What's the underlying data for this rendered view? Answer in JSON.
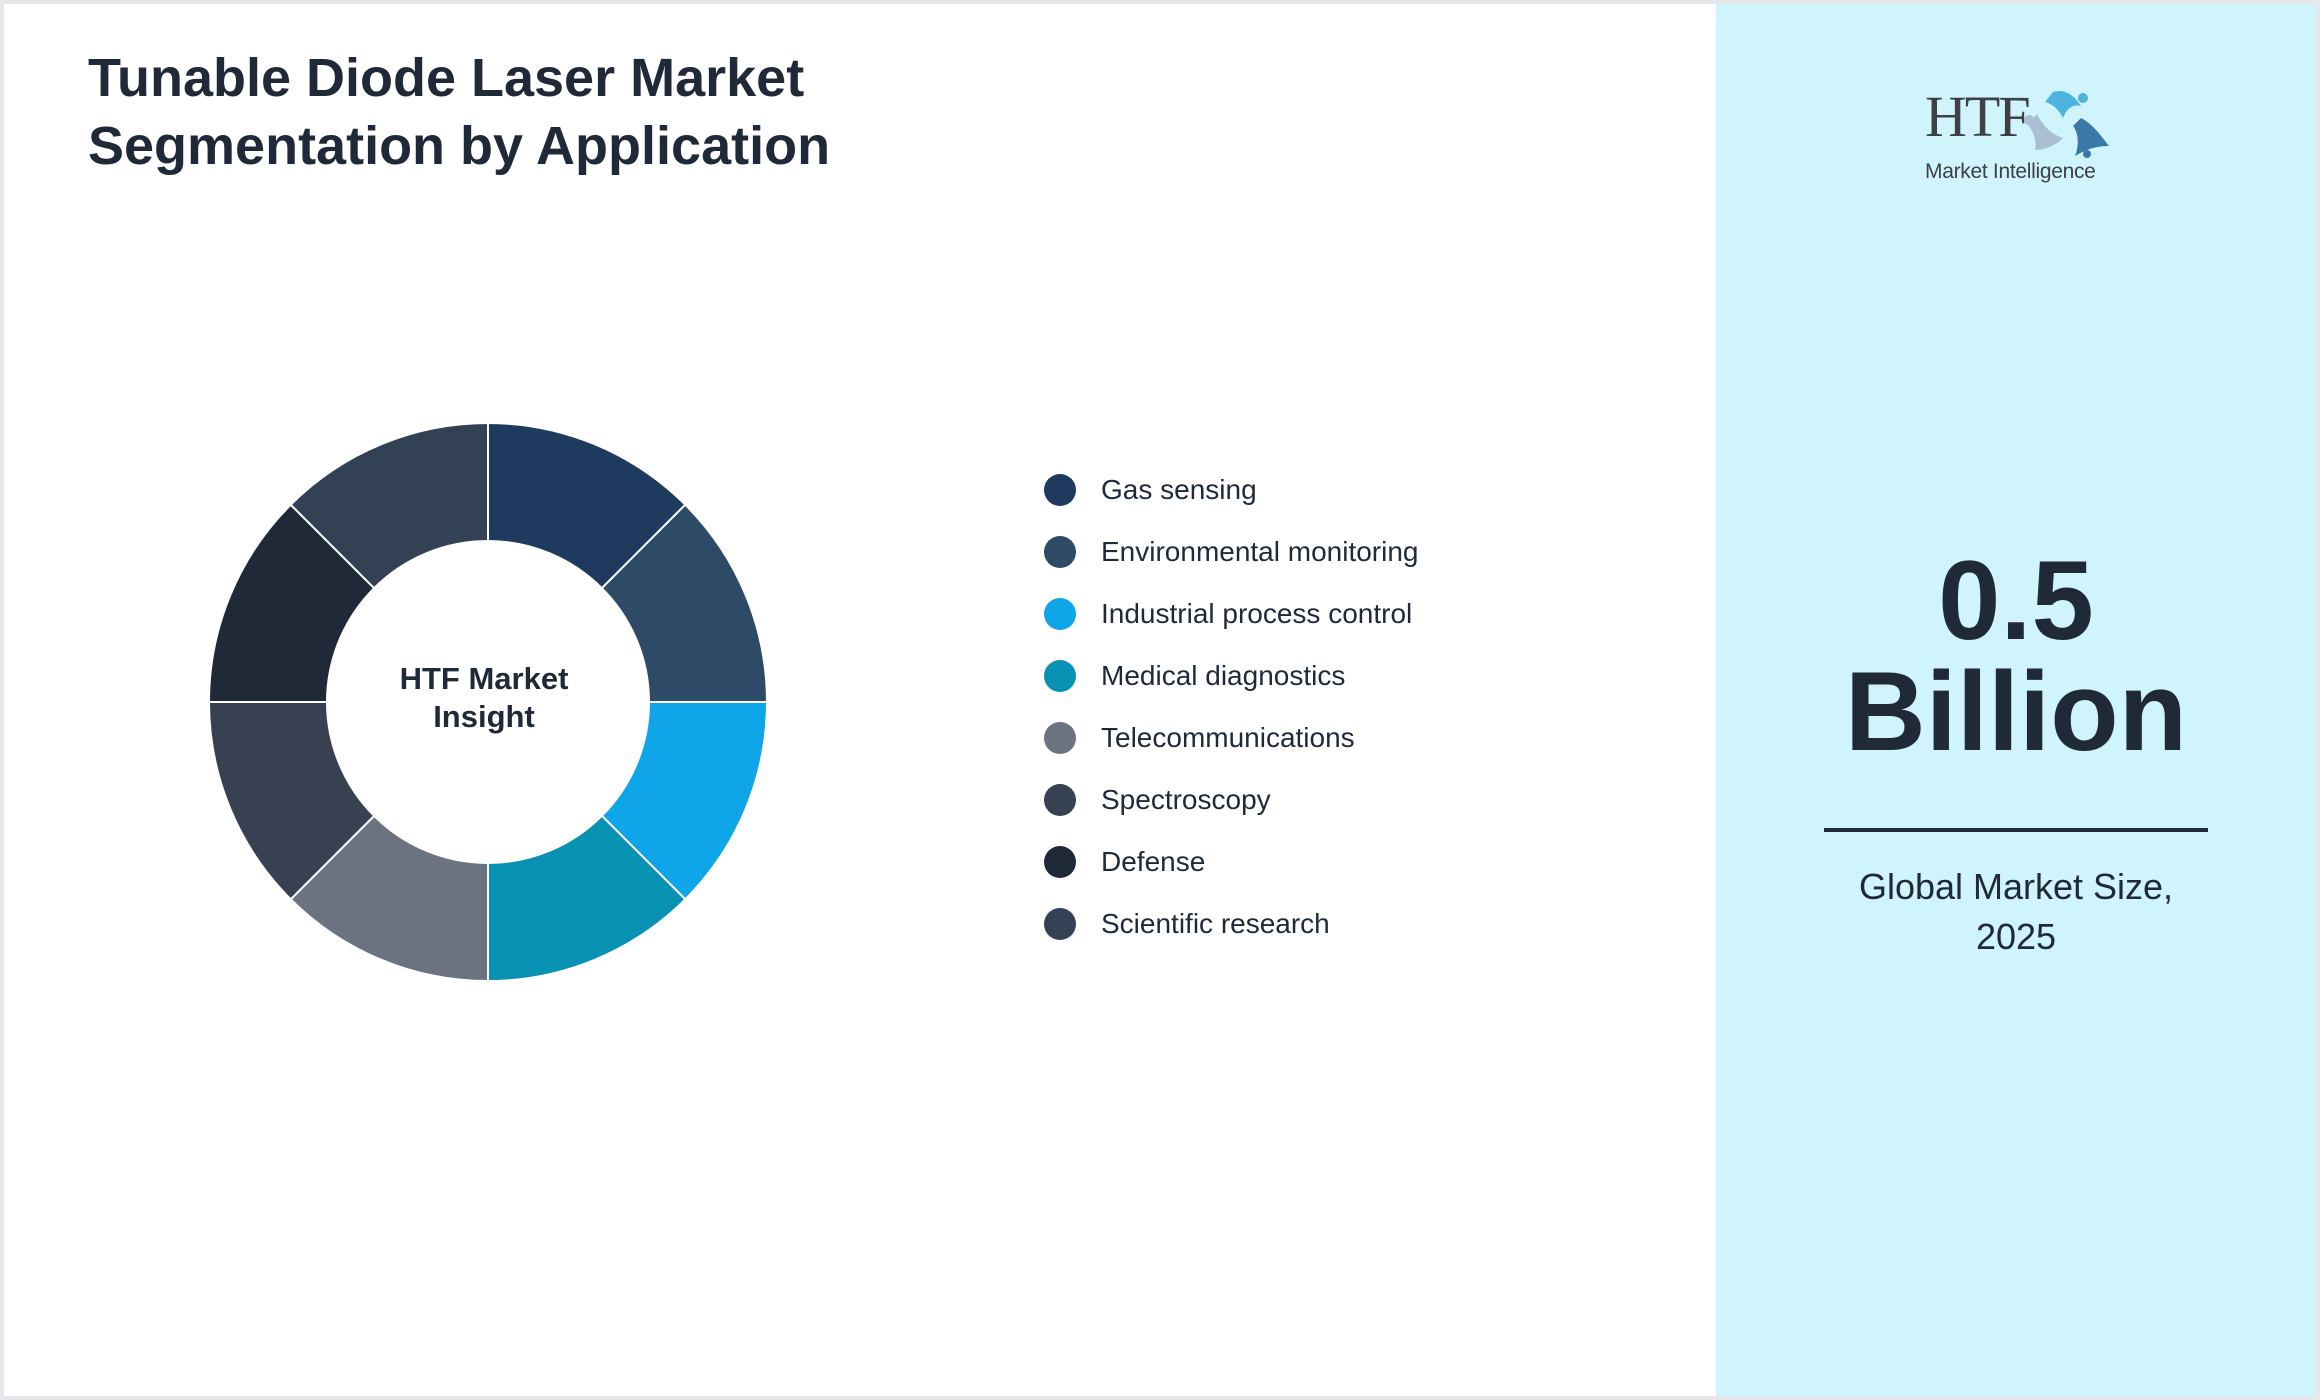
{
  "title": {
    "line1": "Tunable Diode Laser Market",
    "line2": "Segmentation by Application"
  },
  "donut": {
    "center_line1": "HTF Market",
    "center_line2": "Insight"
  },
  "legend": [
    {
      "label": "Gas sensing",
      "color": "#1e3a5f"
    },
    {
      "label": "Environmental monitoring",
      "color": "#2d4a66"
    },
    {
      "label": "Industrial process control",
      "color": "#0ea5e9"
    },
    {
      "label": "Medical diagnostics",
      "color": "#0891b2"
    },
    {
      "label": "Telecommunications",
      "color": "#6b7280"
    },
    {
      "label": "Spectroscopy",
      "color": "#374151"
    },
    {
      "label": "Defense",
      "color": "#1f2937"
    },
    {
      "label": "Scientific research",
      "color": "#334155"
    }
  ],
  "side_panel": {
    "logo_main": "HTF",
    "logo_sub": "Market Intelligence",
    "value_line1": "0.5",
    "value_line2": "Billion",
    "caption_line1": "Global Market Size,",
    "caption_line2": "2025",
    "background": "#cff4fc"
  },
  "chart_data": {
    "type": "pie",
    "subtype": "donut",
    "title": "Tunable Diode Laser Market Segmentation by Application",
    "center_text": "HTF Market Insight",
    "categories": [
      "Gas sensing",
      "Environmental monitoring",
      "Industrial process control",
      "Medical diagnostics",
      "Telecommunications",
      "Spectroscopy",
      "Defense",
      "Scientific research"
    ],
    "values": [
      12.5,
      12.5,
      12.5,
      12.5,
      12.5,
      12.5,
      12.5,
      12.5
    ],
    "colors": [
      "#1e3a5f",
      "#2d4a66",
      "#0ea5e9",
      "#0891b2",
      "#6b7280",
      "#374151",
      "#1f2937",
      "#334155"
    ],
    "legend_position": "right",
    "annotation": "0.5 Billion — Global Market Size, 2025"
  }
}
